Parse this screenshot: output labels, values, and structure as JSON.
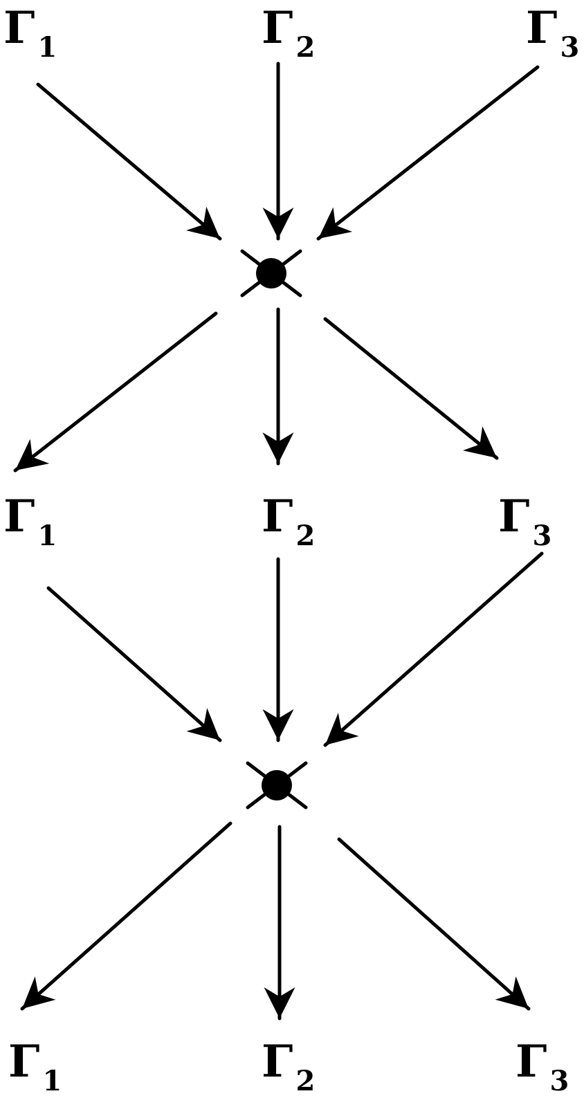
{
  "diagram": {
    "labels": [
      {
        "id": "t1",
        "main": "Γ",
        "sub": "1"
      },
      {
        "id": "t2",
        "main": "Γ",
        "sub": "2"
      },
      {
        "id": "t3",
        "main": "Γ",
        "sub": "3"
      },
      {
        "id": "m1",
        "main": "Γ",
        "sub": "1"
      },
      {
        "id": "m2",
        "main": "Γ",
        "sub": "2"
      },
      {
        "id": "m3",
        "main": "Γ",
        "sub": "3"
      },
      {
        "id": "b1",
        "main": "Γ",
        "sub": "1"
      },
      {
        "id": "b2",
        "main": "Γ",
        "sub": "2"
      },
      {
        "id": "b3",
        "main": "Γ",
        "sub": "3"
      }
    ],
    "vertices": [
      {
        "id": "v1",
        "style": "filled-dot-with-crossed-legs"
      },
      {
        "id": "v2",
        "style": "filled-dot-with-crossed-legs"
      }
    ],
    "edges": [
      {
        "from": "t1",
        "to": "v1"
      },
      {
        "from": "t2",
        "to": "v1"
      },
      {
        "from": "t3",
        "to": "v1"
      },
      {
        "from": "v1",
        "to": "m1"
      },
      {
        "from": "v1",
        "to": "m2"
      },
      {
        "from": "v1",
        "to": "m3"
      },
      {
        "from": "m1",
        "to": "v2"
      },
      {
        "from": "m2",
        "to": "v2"
      },
      {
        "from": "m3",
        "to": "v2"
      },
      {
        "from": "v2",
        "to": "b1"
      },
      {
        "from": "v2",
        "to": "b2"
      },
      {
        "from": "v2",
        "to": "b3"
      }
    ],
    "colors": {
      "ink": "#000000",
      "background": "#ffffff"
    }
  }
}
